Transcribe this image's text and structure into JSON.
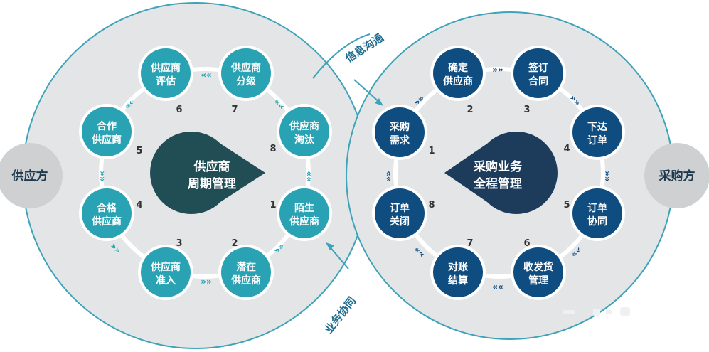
{
  "colors": {
    "lobe_fill": "#e4e5e7",
    "outline": "#3da3b8",
    "supplier_node": "#29a3b4",
    "purchase_node": "#0f4d80",
    "center_left": "#214e55",
    "center_right": "#1d3c5c",
    "side_circle": "#cfd0d2",
    "ring": "#ffffff"
  },
  "left": {
    "side_label": "供应方",
    "center_lines": [
      "供应商",
      "周期管理"
    ],
    "nodes": [
      {
        "num": "1",
        "lines": [
          "陌生",
          "供应商"
        ]
      },
      {
        "num": "2",
        "lines": [
          "潜在",
          "供应商"
        ]
      },
      {
        "num": "3",
        "lines": [
          "供应商",
          "准入"
        ]
      },
      {
        "num": "4",
        "lines": [
          "合格",
          "供应商"
        ]
      },
      {
        "num": "5",
        "lines": [
          "合作",
          "供应商"
        ]
      },
      {
        "num": "6",
        "lines": [
          "供应商",
          "评估"
        ]
      },
      {
        "num": "7",
        "lines": [
          "供应商",
          "分级"
        ]
      },
      {
        "num": "8",
        "lines": [
          "供应商",
          "淘汰"
        ]
      }
    ]
  },
  "right": {
    "side_label": "采购方",
    "center_lines": [
      "采购业务",
      "全程管理"
    ],
    "nodes": [
      {
        "num": "1",
        "lines": [
          "采购",
          "需求"
        ]
      },
      {
        "num": "2",
        "lines": [
          "确定",
          "供应商"
        ]
      },
      {
        "num": "3",
        "lines": [
          "签订",
          "合同"
        ]
      },
      {
        "num": "4",
        "lines": [
          "下达",
          "订单"
        ]
      },
      {
        "num": "5",
        "lines": [
          "订单",
          "协同"
        ]
      },
      {
        "num": "6",
        "lines": [
          "收发货",
          "管理"
        ]
      },
      {
        "num": "7",
        "lines": [
          "对账",
          "结算"
        ]
      },
      {
        "num": "8",
        "lines": [
          "订单",
          "关闭"
        ]
      }
    ]
  },
  "connectors": {
    "top": "信息沟通",
    "bottom": "业务协同"
  }
}
